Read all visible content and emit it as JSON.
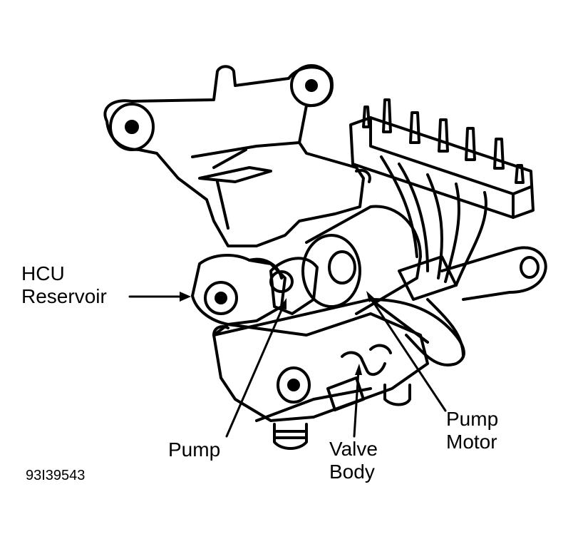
{
  "labels": {
    "hcu_reservoir": [
      "HCU",
      "Reservoir"
    ],
    "pump": "Pump",
    "valve_body": [
      "Valve",
      "Body"
    ],
    "pump_motor": [
      "Pump",
      "Motor"
    ]
  },
  "figure_id": "93I39543",
  "colors": {
    "ink": "#000000",
    "paper": "#ffffff"
  }
}
